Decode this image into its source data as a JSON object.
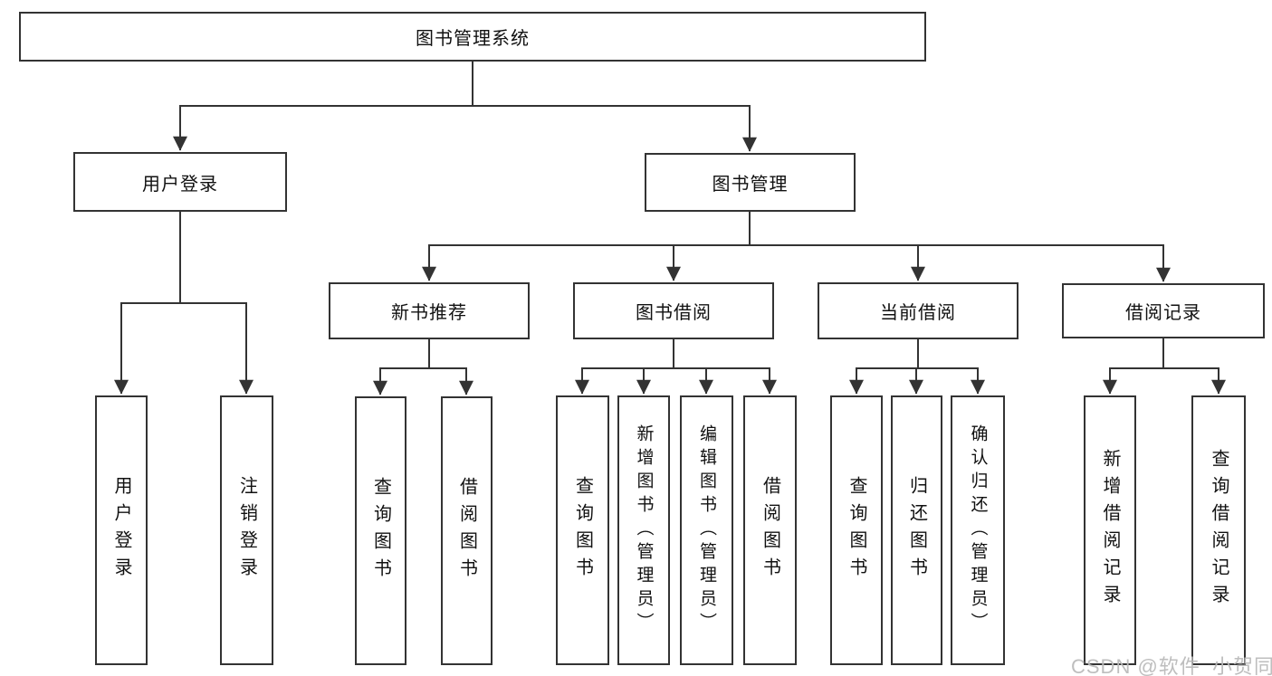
{
  "tree": {
    "label": "图书管理系统",
    "children": [
      {
        "label": "用户登录",
        "children": [
          {
            "label": "用户登录"
          },
          {
            "label": "注销登录"
          }
        ]
      },
      {
        "label": "图书管理",
        "children": [
          {
            "label": "新书推荐",
            "children": [
              {
                "label": "查询图书"
              },
              {
                "label": "借阅图书"
              }
            ]
          },
          {
            "label": "图书借阅",
            "children": [
              {
                "label": "查询图书"
              },
              {
                "label": "新增图书（管理员）"
              },
              {
                "label": "编辑图书（管理员）"
              },
              {
                "label": "借阅图书"
              }
            ]
          },
          {
            "label": "当前借阅",
            "children": [
              {
                "label": "查询图书"
              },
              {
                "label": "归还图书"
              },
              {
                "label": "确认归还（管理员）"
              }
            ]
          },
          {
            "label": "借阅记录",
            "children": [
              {
                "label": "新增借阅记录"
              },
              {
                "label": "查询借阅记录"
              }
            ]
          }
        ]
      }
    ]
  },
  "watermark": {
    "text": "CSDN @软件_小贺同学"
  },
  "colors": {
    "line": "#333333",
    "box_background": "#ffffff",
    "text": "#111111",
    "watermark": "#bbbbbb"
  }
}
